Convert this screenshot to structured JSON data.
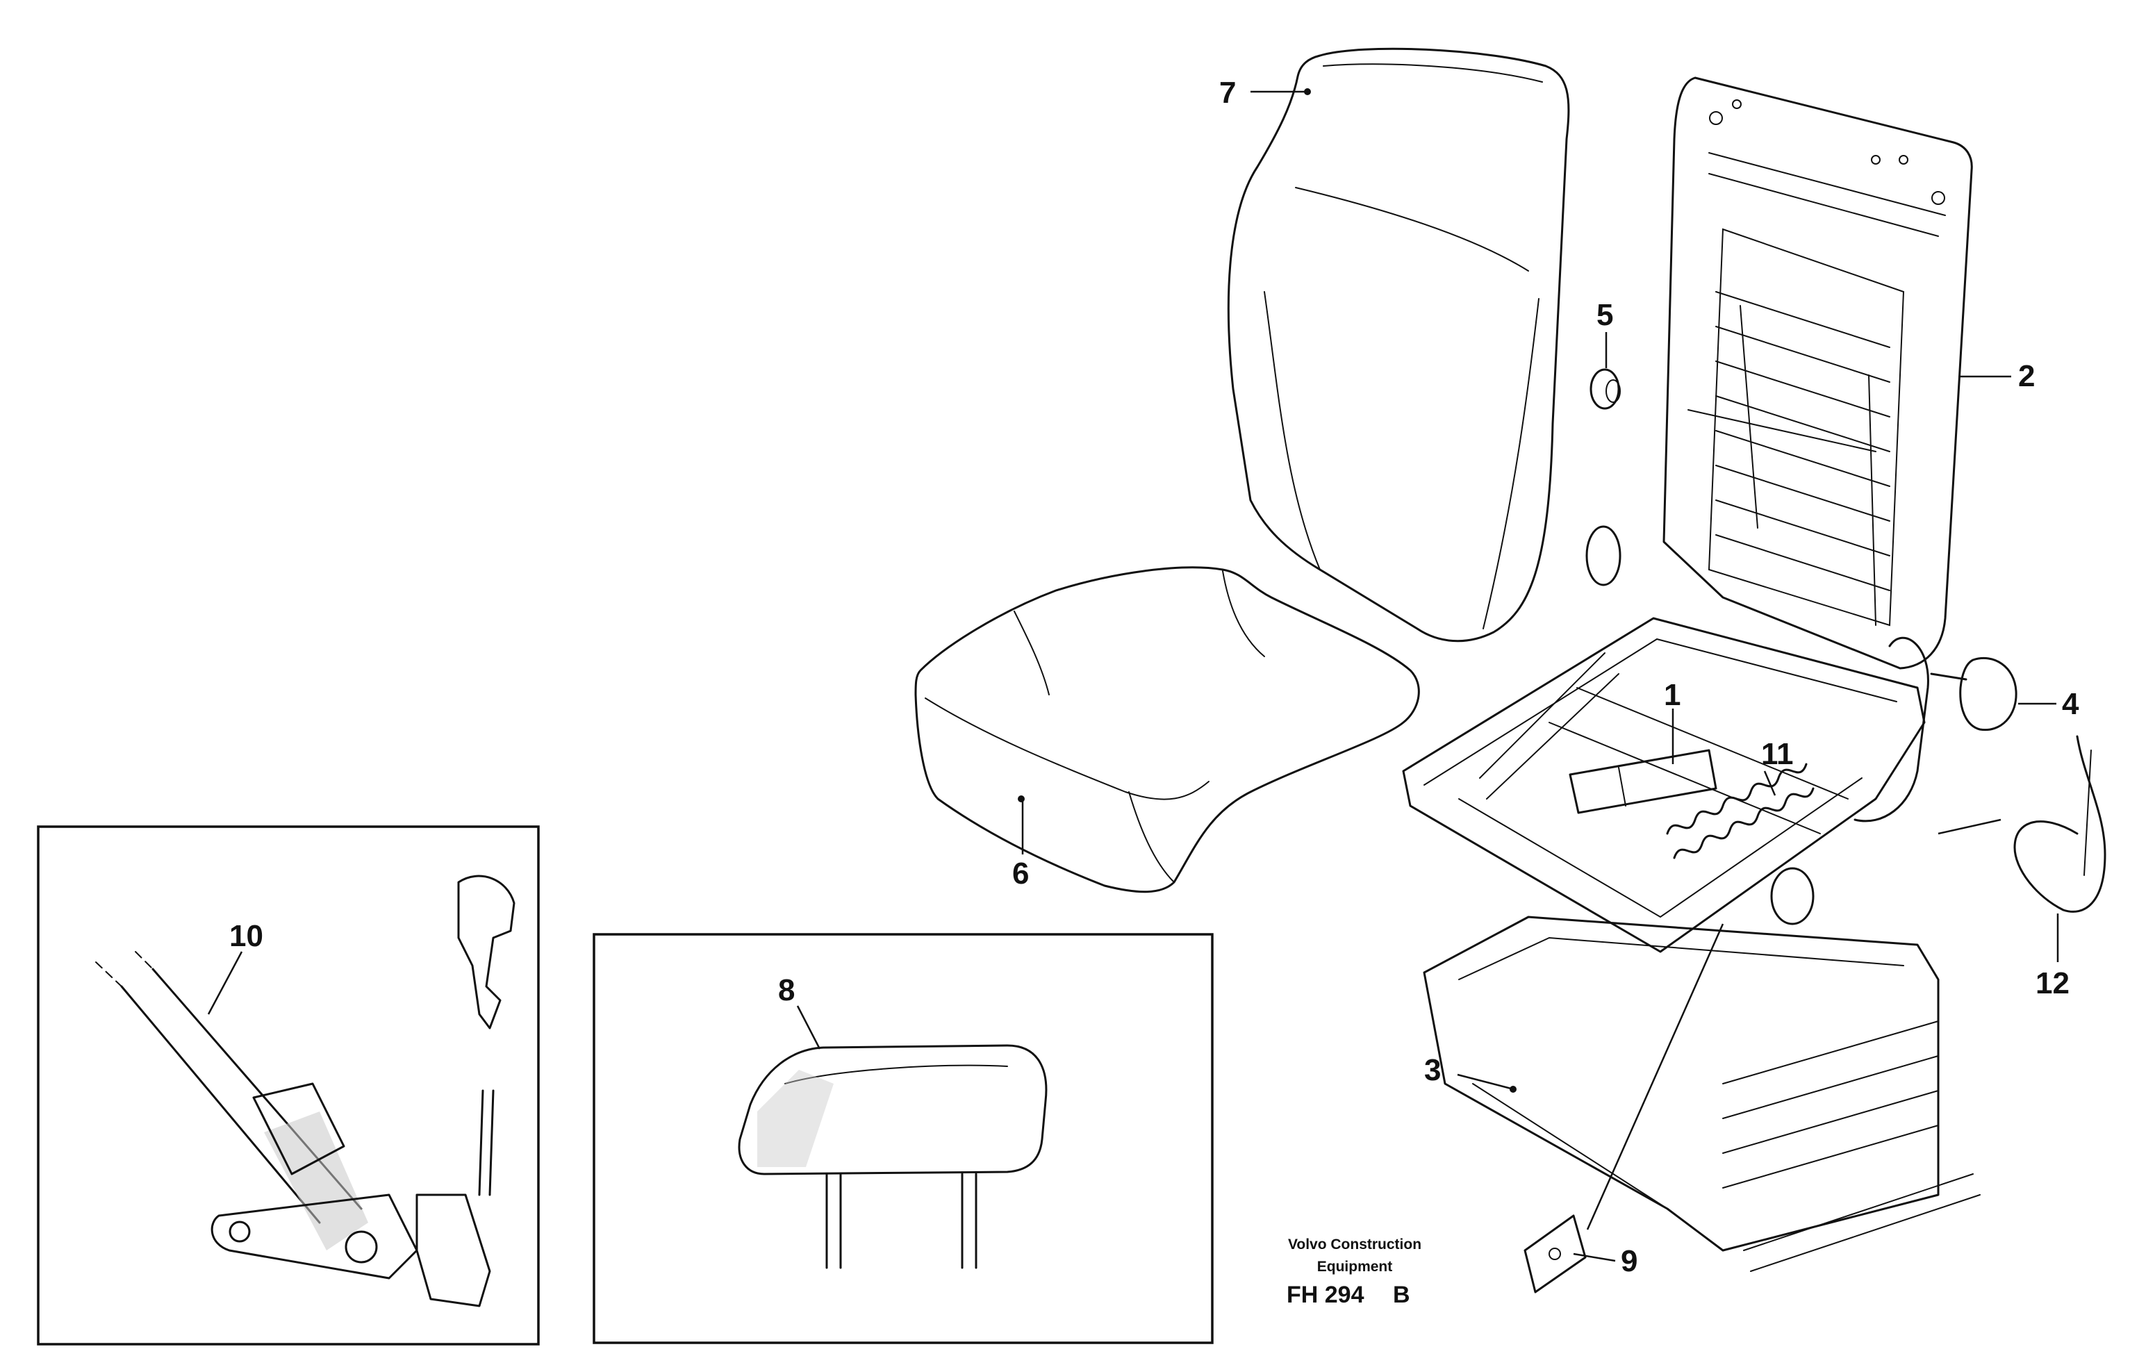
{
  "callouts": {
    "c1": "1",
    "c2": "2",
    "c3": "3",
    "c4": "4",
    "c5": "5",
    "c6": "6",
    "c7": "7",
    "c8": "8",
    "c9": "9",
    "c10": "10",
    "c11": "11",
    "c12": "12"
  },
  "caption": {
    "line1": "Volvo Construction",
    "line2": "Equipment",
    "code": "FH 294",
    "rev": "B"
  }
}
